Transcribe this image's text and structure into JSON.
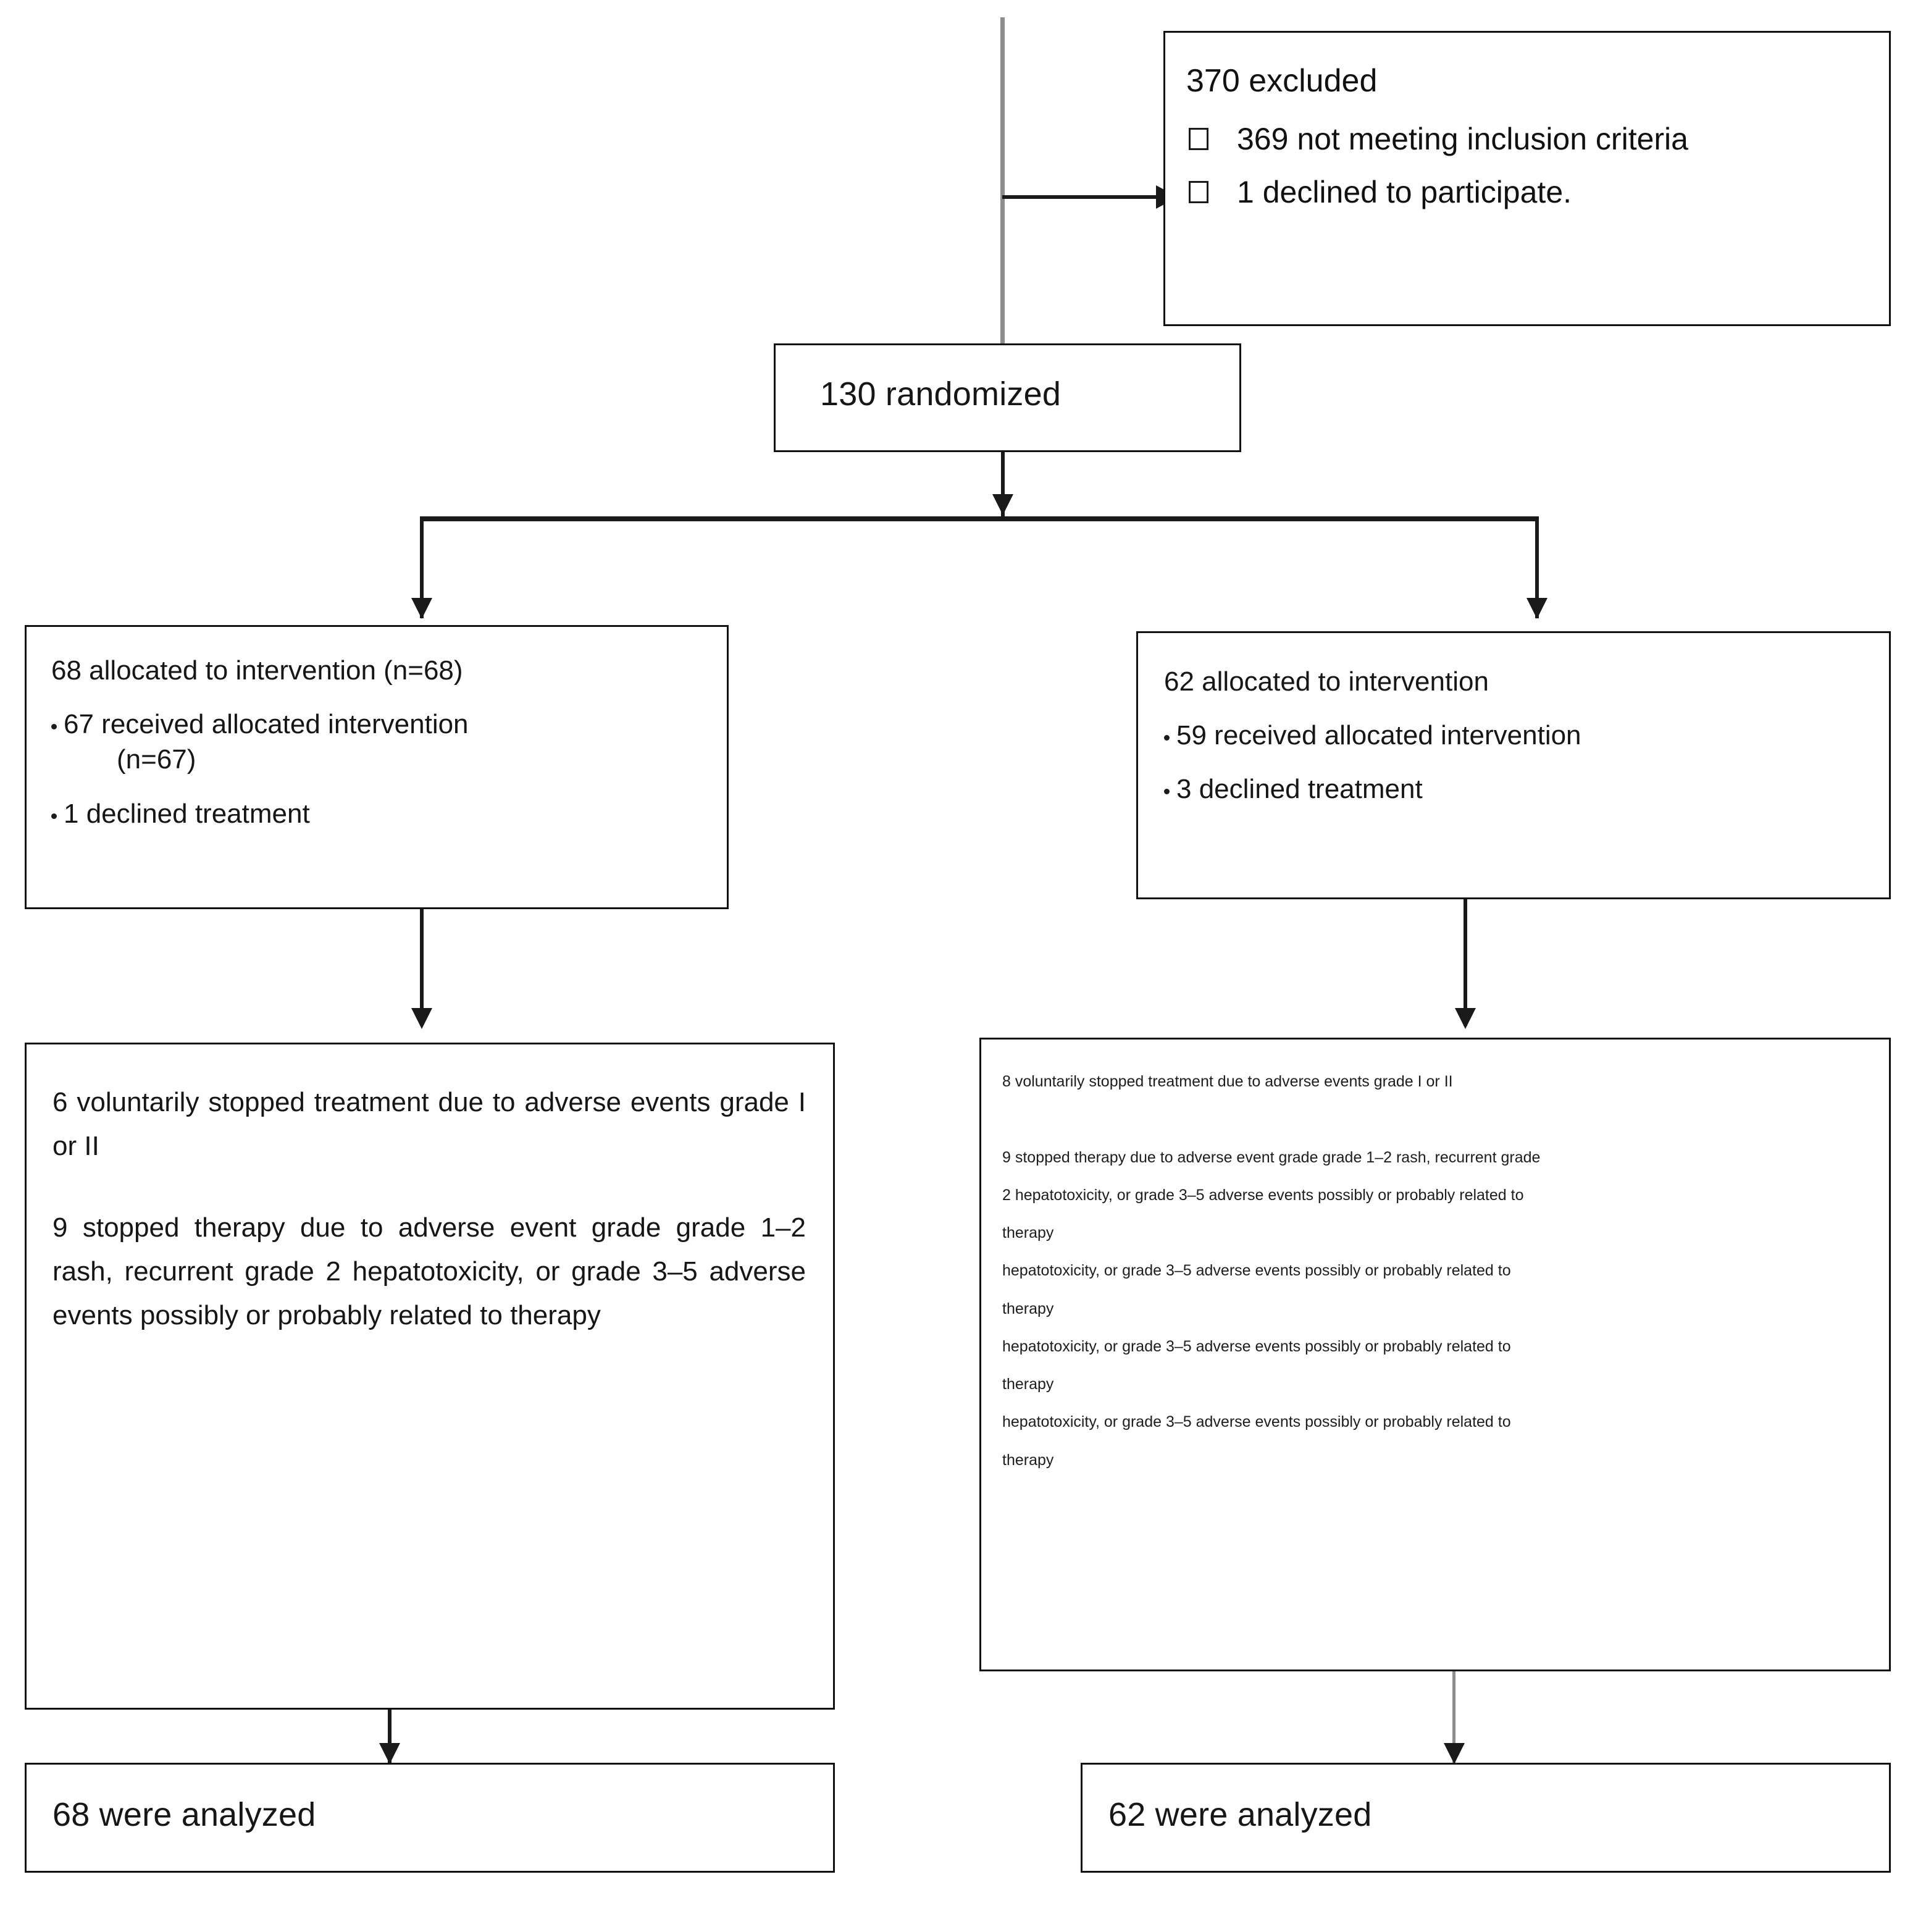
{
  "diagram": {
    "title": "CONSORT participant flow diagram",
    "excluded": {
      "heading": "370 excluded",
      "items": [
        "369 not meeting inclusion criteria",
        "1 declined to participate."
      ]
    },
    "randomized": {
      "label": "130 randomized"
    },
    "left_arm": {
      "allocation": {
        "heading": "68 allocated to intervention (n=68)",
        "bullets": [
          {
            "line1": "67   received   allocated   intervention",
            "line2": "(n=67)"
          },
          {
            "line1": "1 declined treatment",
            "line2": ""
          }
        ]
      },
      "dropouts": {
        "para1": "6  voluntarily  stopped  treatment  due  to  adverse events grade I or II",
        "para2": "9  stopped  therapy  due  to  adverse  event  grade grade 1–2 rash, recurrent grade 2 hepatotoxicity, or  grade  3–5  adverse  events  possibly  or  probably related to therapy"
      },
      "analysis": {
        "label": "68 were analyzed"
      }
    },
    "right_arm": {
      "allocation": {
        "heading": "62 allocated to intervention",
        "bullets": [
          "59 received allocated intervention",
          "3 declined treatment"
        ]
      },
      "dropouts": {
        "lines": [
          "8 voluntarily stopped treatment due to adverse events grade I or II",
          "",
          "9 stopped therapy due to adverse event grade grade 1–2 rash, recurrent grade",
          "2 hepatotoxicity, or grade 3–5 adverse events possibly or probably related to",
          "therapy",
          "hepatotoxicity, or grade 3–5 adverse events possibly or probably related to",
          "therapy",
          "hepatotoxicity, or grade 3–5 adverse events possibly or probably related to",
          "therapy",
          "hepatotoxicity, or grade 3–5 adverse events possibly or probably related to",
          "therapy"
        ]
      },
      "analysis": {
        "label": "62 were analyzed"
      }
    },
    "colors": {
      "stroke": "#1a1a1a",
      "stroke_grey": "#8d8d8d",
      "background": "#ffffff",
      "text": "#161616"
    }
  }
}
